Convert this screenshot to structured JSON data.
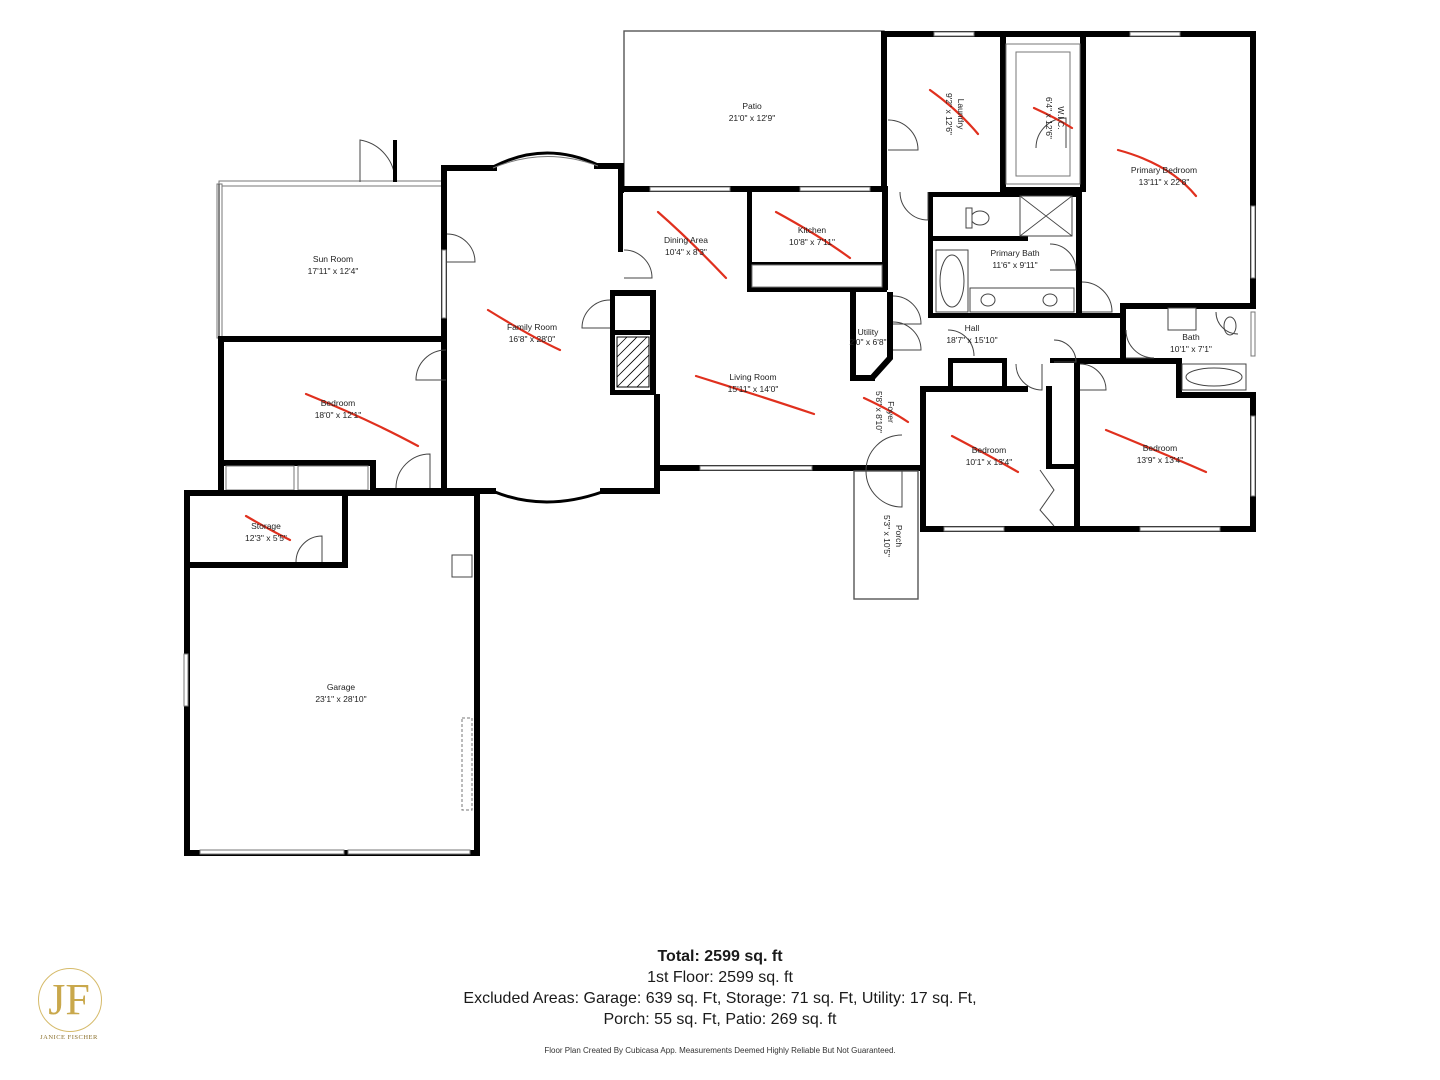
{
  "rooms": [
    {
      "id": "patio",
      "name": "Patio",
      "dims": "21'0\" x 12'9\""
    },
    {
      "id": "laundry",
      "name": "Laundry",
      "dims": "9'2\" x 12'6\""
    },
    {
      "id": "wic",
      "name": "W.I.C.",
      "dims": "6'4\" x 12'6\""
    },
    {
      "id": "primary-bedroom",
      "name": "Primary Bedroom",
      "dims": "13'11\" x 22'8\""
    },
    {
      "id": "sun-room",
      "name": "Sun Room",
      "dims": "17'11\" x 12'4\""
    },
    {
      "id": "dining-area",
      "name": "Dining Area",
      "dims": "10'4\" x 8'3\""
    },
    {
      "id": "kitchen",
      "name": "Kitchen",
      "dims": "10'8\" x 7'11\""
    },
    {
      "id": "primary-bath",
      "name": "Primary Bath",
      "dims": "11'6\" x 9'11\""
    },
    {
      "id": "family-room",
      "name": "Family Room",
      "dims": "16'8\" x 28'0\""
    },
    {
      "id": "utility",
      "name": "Utility",
      "dims": "2'0\" x 6'8\""
    },
    {
      "id": "hall",
      "name": "Hall",
      "dims": "18'7\" x 15'10\""
    },
    {
      "id": "bath",
      "name": "Bath",
      "dims": "10'1\" x 7'1\""
    },
    {
      "id": "living-room",
      "name": "Living Room",
      "dims": "15'11\" x 14'0\""
    },
    {
      "id": "bedroom-west",
      "name": "Bedroom",
      "dims": "18'0\" x 12'1\""
    },
    {
      "id": "foyer",
      "name": "Foyer",
      "dims": "5'8\" x 8'10\""
    },
    {
      "id": "bedroom-center",
      "name": "Bedroom",
      "dims": "10'1\" x 13'4\""
    },
    {
      "id": "bedroom-east",
      "name": "Bedroom",
      "dims": "13'9\" x 13'4\""
    },
    {
      "id": "storage",
      "name": "Storage",
      "dims": "12'3\" x 5'5\""
    },
    {
      "id": "porch",
      "name": "Porch",
      "dims": "5'3\" x 10'5\""
    },
    {
      "id": "garage",
      "name": "Garage",
      "dims": "23'1\" x 28'10\""
    }
  ],
  "summary": {
    "total": "Total: 2599 sq. ft",
    "floor": "1st Floor: 2599 sq. ft",
    "excluded_line1": "Excluded Areas: Garage: 639 sq. Ft, Storage: 71 sq. Ft, Utility: 17 sq. Ft,",
    "excluded_line2": "Porch: 55 sq. Ft, Patio: 269 sq. ft"
  },
  "credit": "Floor Plan Created By Cubicasa App. Measurements Deemed Highly Reliable But Not Guaranteed.",
  "logo": {
    "monogram": "JF",
    "name": "JANICE FISCHER"
  },
  "colors": {
    "wall": "#000000",
    "annotation": "#e0301e",
    "logo_gold": "#c9a84c"
  }
}
